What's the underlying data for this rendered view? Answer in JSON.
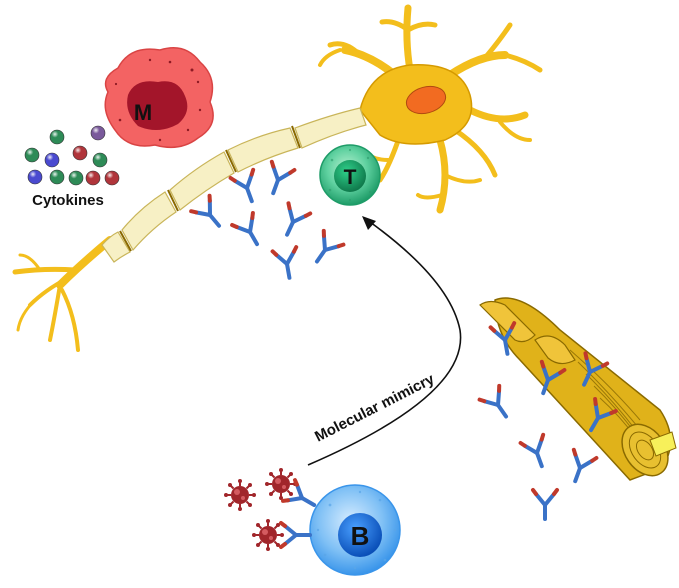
{
  "labels": {
    "macrophage": "M",
    "t_cell": "T",
    "b_cell": "B",
    "cytokines": "Cytokines",
    "molecular_mimicry": "Molecular mimicry"
  },
  "colors": {
    "neuron": "#f3be1c",
    "neuron_outline": "#8a6a00",
    "nucleus": "#f26b21",
    "myelin": "#f7f0c5",
    "macrophage": "#f36363",
    "macrophage_nucleus": "#a3152a",
    "t_cell": "#3dbb86",
    "b_cell": "#3a95ea",
    "b_cell_nucleus": "#0b5fd6",
    "virus": "#a1262b",
    "antibody_blue": "#3a72c7",
    "antibody_red": "#c0392b",
    "schwann": "#e0b21a"
  },
  "cytokine_colors": [
    "#2e8b57",
    "#7a5a9b",
    "#b0353b",
    "#2e8b57",
    "#4a4ad0",
    "#2e8b57",
    "#b0353b",
    "#2e8b57",
    "#4a4ad0",
    "#2e8b57",
    "#b0353b",
    "#b0353b"
  ]
}
